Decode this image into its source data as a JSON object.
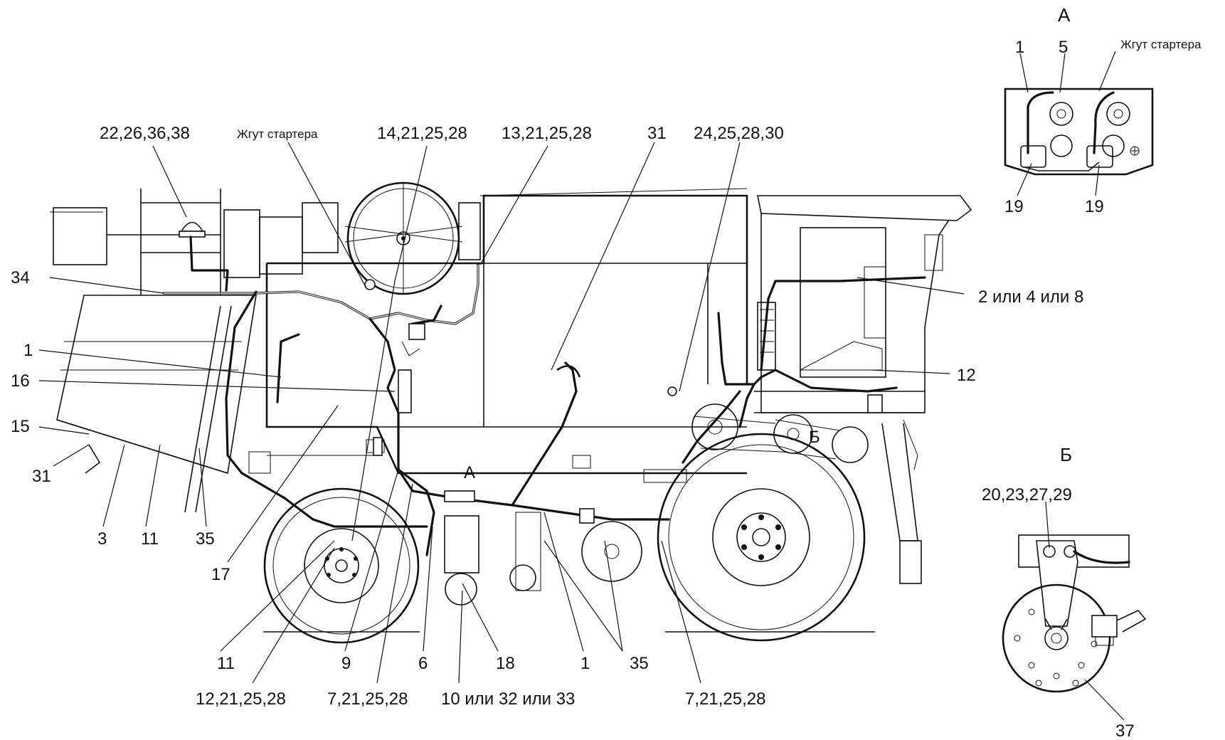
{
  "main": {
    "labels": {
      "l_22_26_36_38": "22,26,36,38",
      "l_starter_top": "Жгут стартера",
      "l_14_21_25_28": "14,21,25,28",
      "l_13_21_25_28": "13,21,25,28",
      "l_31_top": "31",
      "l_24_25_28_30": "24,25,28,30",
      "l_34": "34",
      "l_1_left": "1",
      "l_16": "16",
      "l_15": "15",
      "l_31_left": "31",
      "l_3": "3",
      "l_11_a": "11",
      "l_35_a": "35",
      "l_17": "17",
      "l_2_4_8": "2 или 4 или 8",
      "l_12_right": "12",
      "l_b_mark": "Б",
      "l_a_mark": "А",
      "l_11_b": "11",
      "l_9": "9",
      "l_6": "6",
      "l_18": "18",
      "l_1_bottom": "1",
      "l_35_b": "35",
      "l_12_21_25_28": "12,21,25,28",
      "l_7_21_25_28_a": "7,21,25,28",
      "l_10_32_33": "10 или 32 или 33",
      "l_7_21_25_28_b": "7,21,25,28"
    }
  },
  "view_a": {
    "title": "А",
    "l_1": "1",
    "l_5": "5",
    "l_starter": "Жгут стартера",
    "l_19_a": "19",
    "l_19_b": "19"
  },
  "view_b": {
    "title": "Б",
    "l_20_23_27_29": "20,23,27,29",
    "l_37": "37"
  }
}
